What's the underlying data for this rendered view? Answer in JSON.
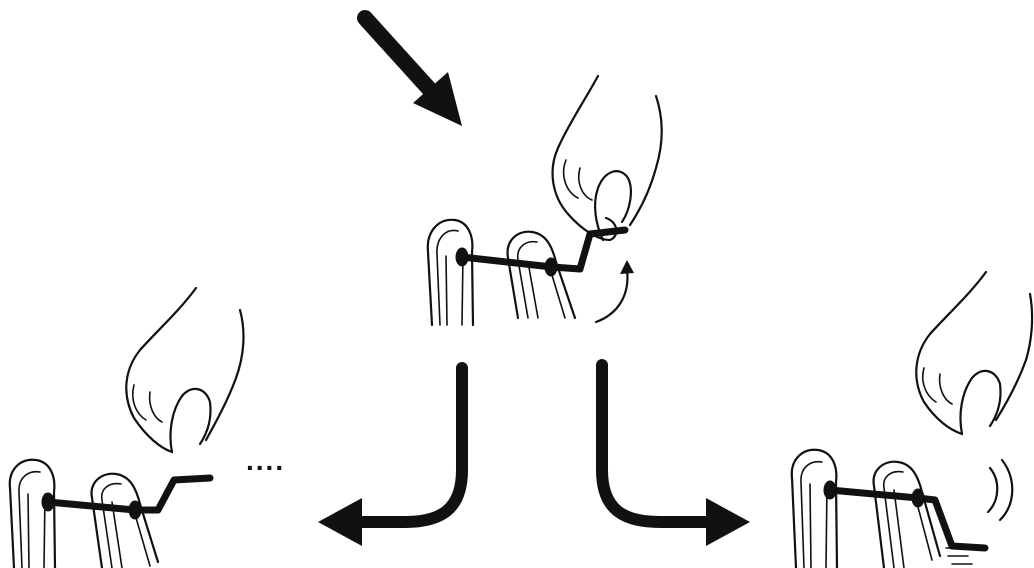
{
  "figure": {
    "background": "#ffffff",
    "ink_color": "#111111",
    "panels": [
      {
        "id": "center",
        "description_icon": "hand-turning-crank-icon"
      },
      {
        "id": "left",
        "description_icon": "hand-releasing-crank-icon"
      },
      {
        "id": "right",
        "description_icon": "crank-spinning-icon"
      }
    ],
    "ellipsis_text": "....",
    "arrows": [
      {
        "id": "pointer-arrow",
        "icon": "diagonal-arrow-icon"
      },
      {
        "id": "left-branch",
        "icon": "curved-arrow-left-icon"
      },
      {
        "id": "right-branch",
        "icon": "curved-arrow-right-icon"
      }
    ]
  }
}
